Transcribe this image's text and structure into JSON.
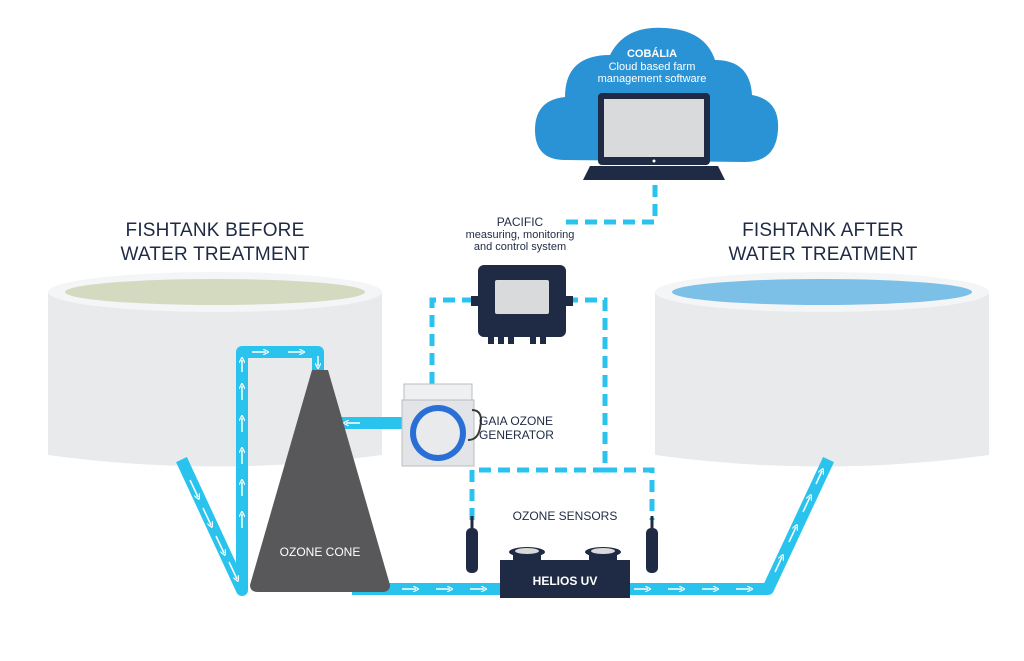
{
  "cloud": {
    "title": "COBÁLIA",
    "subtitle_line1": "Cloud based farm",
    "subtitle_line2": "management software"
  },
  "pacific": {
    "title": "PACIFIC",
    "line1": "measuring, monitoring",
    "line2": "and control system"
  },
  "tank_before": {
    "line1": "FISHTANK BEFORE",
    "line2": "WATER TREATMENT"
  },
  "tank_after": {
    "line1": "FISHTANK AFTER",
    "line2": "WATER TREATMENT"
  },
  "gaia": {
    "line1": "GAIA OZONE",
    "line2": "GENERATOR"
  },
  "ozone_sensors": "OZONE SENSORS",
  "ozone_cone": "OZONE CONE",
  "helios": "HELIOS UV",
  "colors": {
    "pipe": "#29c3ee",
    "navy": "#1f2a44",
    "cone": "#58585a",
    "cloud": "#2a93d5",
    "tank": "#e9eaec",
    "water_before": "#d3dac0",
    "water_after": "#7cc0e8"
  }
}
